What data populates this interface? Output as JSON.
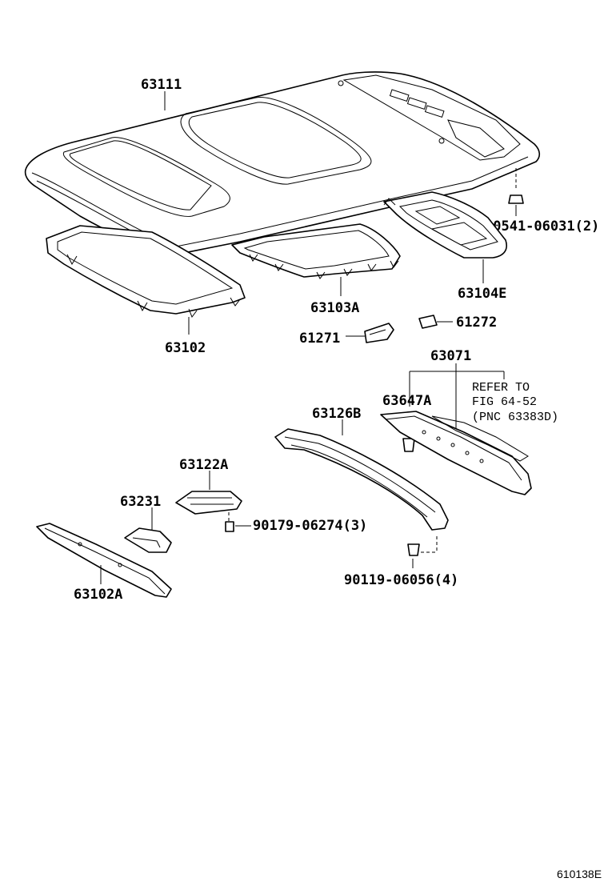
{
  "labels": {
    "p63111": "63111",
    "p90541": "90541-06031(2)",
    "p63104E": "63104E",
    "p63103A": "63103A",
    "p63102": "63102",
    "p61271": "61271",
    "p61272": "61272",
    "p63071": "63071",
    "p63647A": "63647A",
    "p63126B": "63126B",
    "p63122A": "63122A",
    "p63231": "63231",
    "p90179": "90179-06274(3)",
    "p63102A": "63102A",
    "p90119": "90119-06056(4)"
  },
  "refer_note": [
    "REFER TO",
    "FIG 64-52",
    "(PNC 63383D)"
  ],
  "diagram_code": "610138E"
}
